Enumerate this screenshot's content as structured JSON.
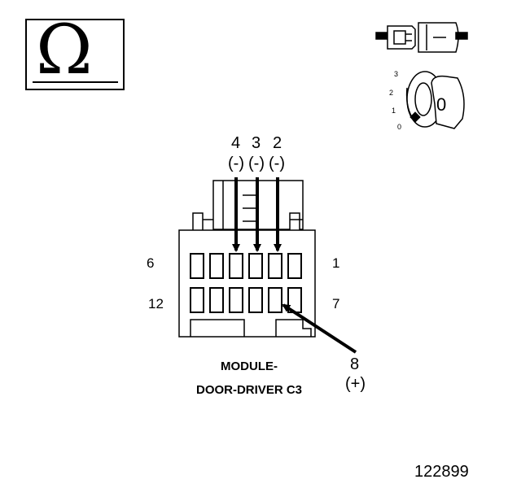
{
  "omega_symbol": "Ω",
  "ignition": {
    "positions": [
      "3",
      "2",
      "1",
      "0"
    ],
    "key_label": "0"
  },
  "wire_labels": [
    {
      "pin": "4",
      "polarity": "(-)"
    },
    {
      "pin": "3",
      "polarity": "(-)"
    },
    {
      "pin": "2",
      "polarity": "(-)"
    },
    {
      "pin": "8",
      "polarity": "(+)"
    }
  ],
  "row_labels": {
    "top_left": "6",
    "top_right": "1",
    "bottom_left": "12",
    "bottom_right": "7"
  },
  "connector_title_line1": "MODULE-",
  "connector_title_line2": "DOOR-DRIVER C3",
  "figure_number": "122899"
}
